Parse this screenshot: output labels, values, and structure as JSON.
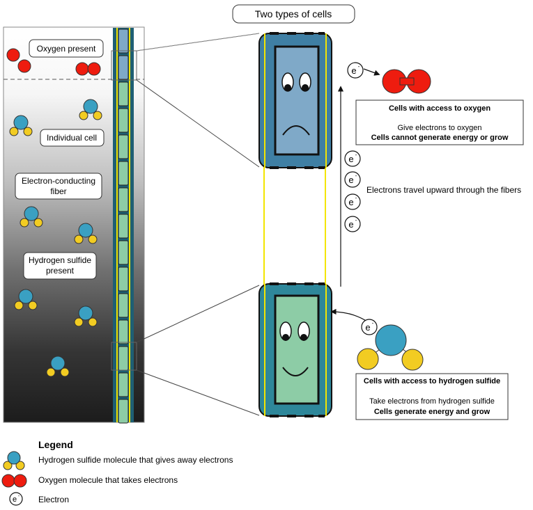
{
  "header": {
    "title": "Two types of cells"
  },
  "left_panel": {
    "oxygen_label": "Oxygen present",
    "cell_label": "Individual cell",
    "fiber_label_line1": "Electron-conducting",
    "fiber_label_line2": "fiber",
    "h2s_label_line1": "Hydrogen sulfide",
    "h2s_label_line2": "present"
  },
  "top_cell": {
    "box_title": "Cells with access to oxygen",
    "box_line1": "Give electrons to oxygen",
    "box_line2": "Cells cannot generate energy or grow"
  },
  "bottom_cell": {
    "box_title": "Cells with access to hydrogen sulfide",
    "box_line1": "Take electrons from hydrogen sulfide",
    "box_line2": "Cells generate energy and grow"
  },
  "electron_flow": {
    "label": "Electrons travel upward through the fibers",
    "electron_symbol": "e",
    "electron_charge": "-"
  },
  "legend": {
    "title": "Legend",
    "h2s_item": "Hydrogen sulfide molecule that gives away electrons",
    "oxygen_item": "Oxygen molecule that takes electrons",
    "electron_item": "Electron"
  },
  "colors": {
    "oxygen_red": "#ee1c0f",
    "sulfur_blue": "#3aa0c2",
    "hydrogen_yellow": "#f2cc22",
    "fiber_yellow": "#f3e500",
    "top_cell_fill": "#7fa9c8",
    "top_cell_outer": "#3f7fa4",
    "bottom_cell_fill": "#8dcca6",
    "bottom_cell_outer": "#2e879a"
  }
}
